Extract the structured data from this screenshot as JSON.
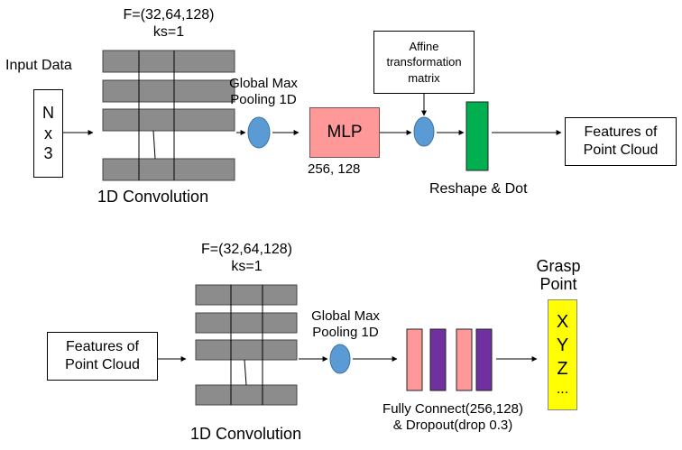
{
  "top": {
    "input_label": "Input Data",
    "input_box": [
      "N",
      "x",
      "3"
    ],
    "conv_filters": "F=(32,64,128)",
    "conv_kernel": "ks=1",
    "conv_label": "1D Convolution",
    "pool_label_1": "Global Max",
    "pool_label_2": "Pooling 1D",
    "mlp_label": "MLP",
    "mlp_sizes": "256, 128",
    "affine_line_1": "Affine",
    "affine_line_2": "transformation",
    "affine_line_3": "matrix",
    "reshape_label": "Reshape & Dot",
    "output_line_1": "Features of",
    "output_line_2": "Point Cloud"
  },
  "bottom": {
    "input_line_1": "Features of",
    "input_line_2": "Point Cloud",
    "conv_filters": "F=(32,64,128)",
    "conv_kernel": "ks=1",
    "conv_label": "1D Convolution",
    "pool_label_1": "Global Max",
    "pool_label_2": "Pooling 1D",
    "fc_line_1": "Fully Connect(256,128)",
    "fc_line_2": "& Dropout(drop 0.3)",
    "grasp_line_1": "Grasp",
    "grasp_line_2": "Point",
    "grasp_values": [
      "X",
      "Y",
      "Z",
      "..."
    ]
  },
  "colors": {
    "conv_fill": "#8c8c8c",
    "pool_fill": "#5b9bd5",
    "mlp_fill": "#ff9999",
    "reshape_fill": "#00b050",
    "fc_pink": "#ff9999",
    "fc_purple": "#7030a0",
    "grasp_fill": "#ffff00"
  }
}
